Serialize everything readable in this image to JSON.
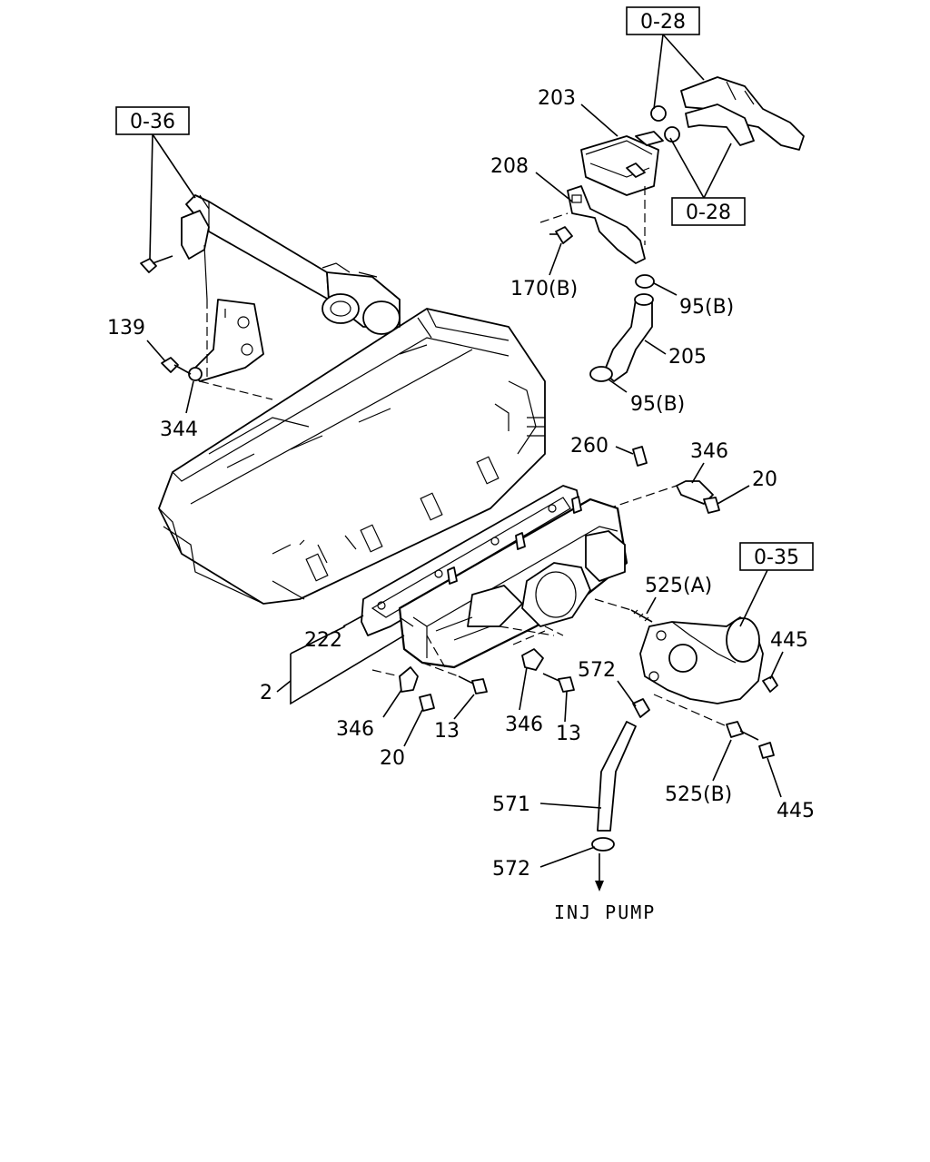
{
  "ref_boxes": {
    "ref_top": "0-28",
    "ref_mid": "0-28",
    "ref_left": "0-36",
    "ref_right": "0-35"
  },
  "callouts": {
    "p203": "203",
    "p208": "208",
    "p170b": "170(B)",
    "p95b_top": "95(B)",
    "p205": "205",
    "p95b_bot": "95(B)",
    "p139": "139",
    "p344": "344",
    "p260": "260",
    "p346_top": "346",
    "p20_top": "20",
    "p525a": "525(A)",
    "p445_top": "445",
    "p222": "222",
    "p2": "2",
    "p572_top": "572",
    "p346_left": "346",
    "p20_left": "20",
    "p13_left": "13",
    "p346_mid": "346",
    "p13_mid": "13",
    "p525b": "525(B)",
    "p445_bot": "445",
    "p571": "571",
    "p572_bot": "572"
  },
  "notes": {
    "inj_pump": "INJ PUMP"
  }
}
